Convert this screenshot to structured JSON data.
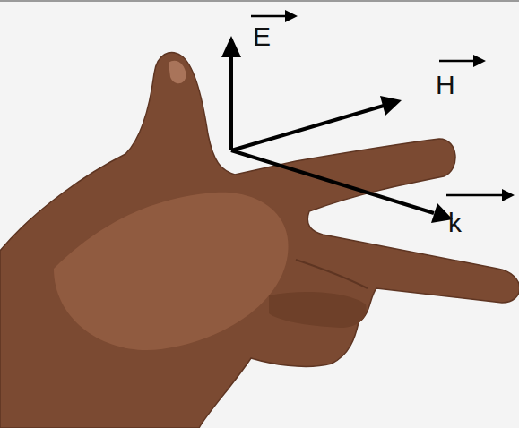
{
  "diagram": {
    "labels": [
      "E",
      "H",
      "k"
    ]
  }
}
